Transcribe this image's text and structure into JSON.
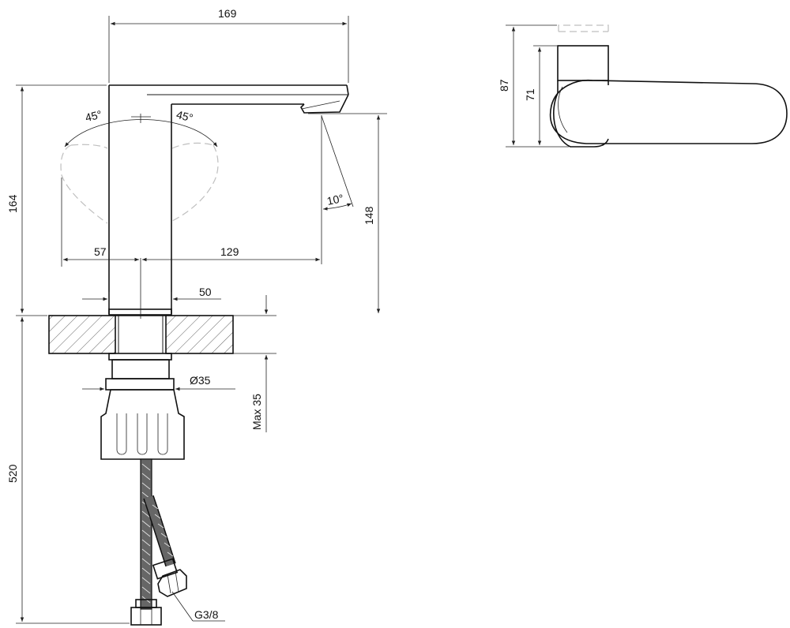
{
  "dimensions": {
    "width_169": "169",
    "height_164": "164",
    "angle_left": "45°",
    "angle_right": "45°",
    "angle_10": "10°",
    "height_148": "148",
    "reach_57": "57",
    "reach_129": "129",
    "base_50": "50",
    "dia_35": "Ø35",
    "max_35": "Max 35",
    "hose_520": "520",
    "thread": "G3/8",
    "side_87": "87",
    "side_71": "71"
  }
}
